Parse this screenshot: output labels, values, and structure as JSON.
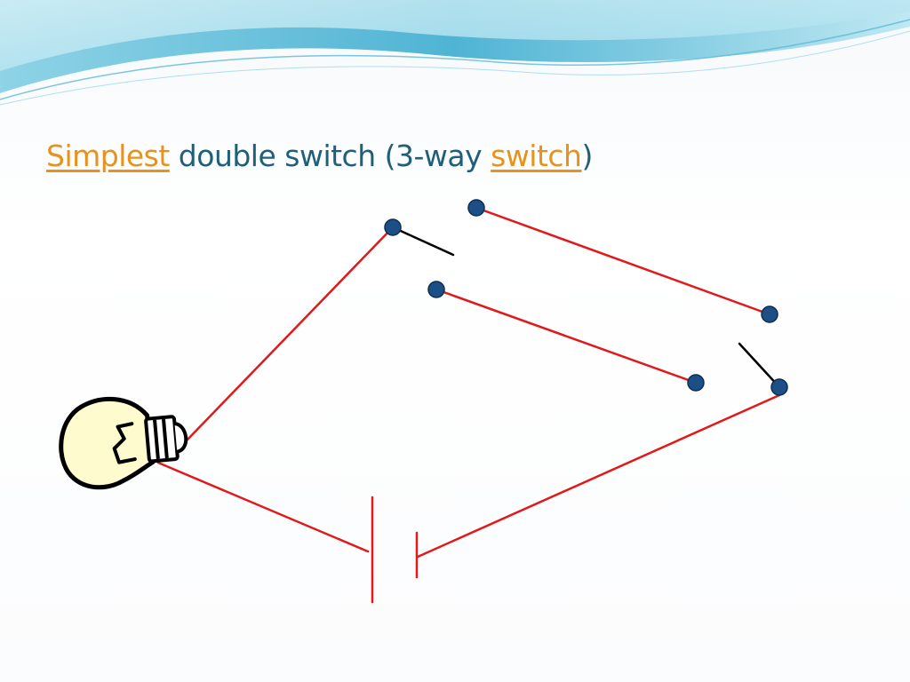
{
  "slide": {
    "title": {
      "link1": "Simplest",
      "middle": " double switch (3-way ",
      "link2": "switch",
      "end": ")"
    }
  },
  "colors": {
    "wire": "#e0191b",
    "terminal": "#1c4f86",
    "title_text": "#1f5f78",
    "title_link": "#e8921c",
    "bulb_glass": "#fefbcf"
  }
}
